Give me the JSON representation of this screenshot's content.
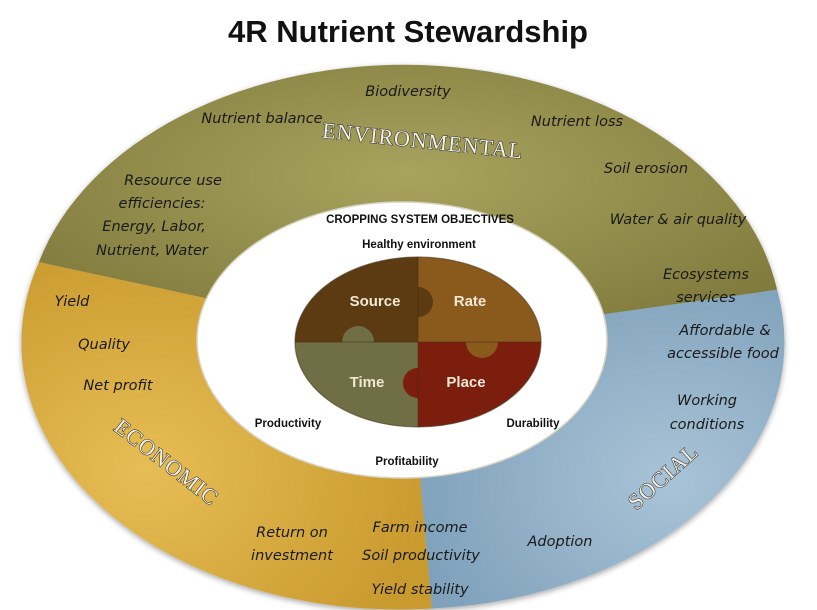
{
  "title": "4R Nutrient Stewardship",
  "sectors": {
    "environmental": "ENVIRONMENTAL",
    "economic": "ECONOMIC",
    "social": "SOCIAL"
  },
  "environmental_items": {
    "biodiversity": "Biodiversity",
    "nutrient_balance": "Nutrient balance",
    "nutrient_loss": "Nutrient loss",
    "soil_erosion": "Soil erosion",
    "water_air_quality": "Water & air quality",
    "resource_use_1": "Resource use",
    "resource_use_2": "efficiencies:",
    "resource_use_3": "Energy, Labor,",
    "resource_use_4": "Nutrient, Water"
  },
  "economic_items": {
    "yield": "Yield",
    "quality": "Quality",
    "net_profit": "Net profit",
    "return_1": "Return on",
    "return_2": "investment",
    "farm_income": "Farm income",
    "soil_productivity": "Soil productivity",
    "yield_stability": "Yield stability"
  },
  "social_items": {
    "ecosystems_1": "Ecosystems",
    "ecosystems_2": "services",
    "affordable_1": "Affordable &",
    "affordable_2": "accessible food",
    "working_1": "Working",
    "working_2": "conditions",
    "adoption": "Adoption"
  },
  "inner": {
    "heading": "CROPPING SYSTEM OBJECTIVES",
    "healthy_environment": "Healthy environment",
    "productivity": "Productivity",
    "durability": "Durability",
    "profitability": "Profitability"
  },
  "puzzle": {
    "source": "Source",
    "rate": "Rate",
    "time": "Time",
    "place": "Place"
  },
  "colors": {
    "environmental": "#8f8a48",
    "economic": "#d6a93c",
    "social": "#8fb0c9",
    "source_piece": "#5c3a12",
    "rate_piece": "#8a5a1c",
    "time_piece": "#6f6e44",
    "place_piece": "#7c1e0e"
  }
}
